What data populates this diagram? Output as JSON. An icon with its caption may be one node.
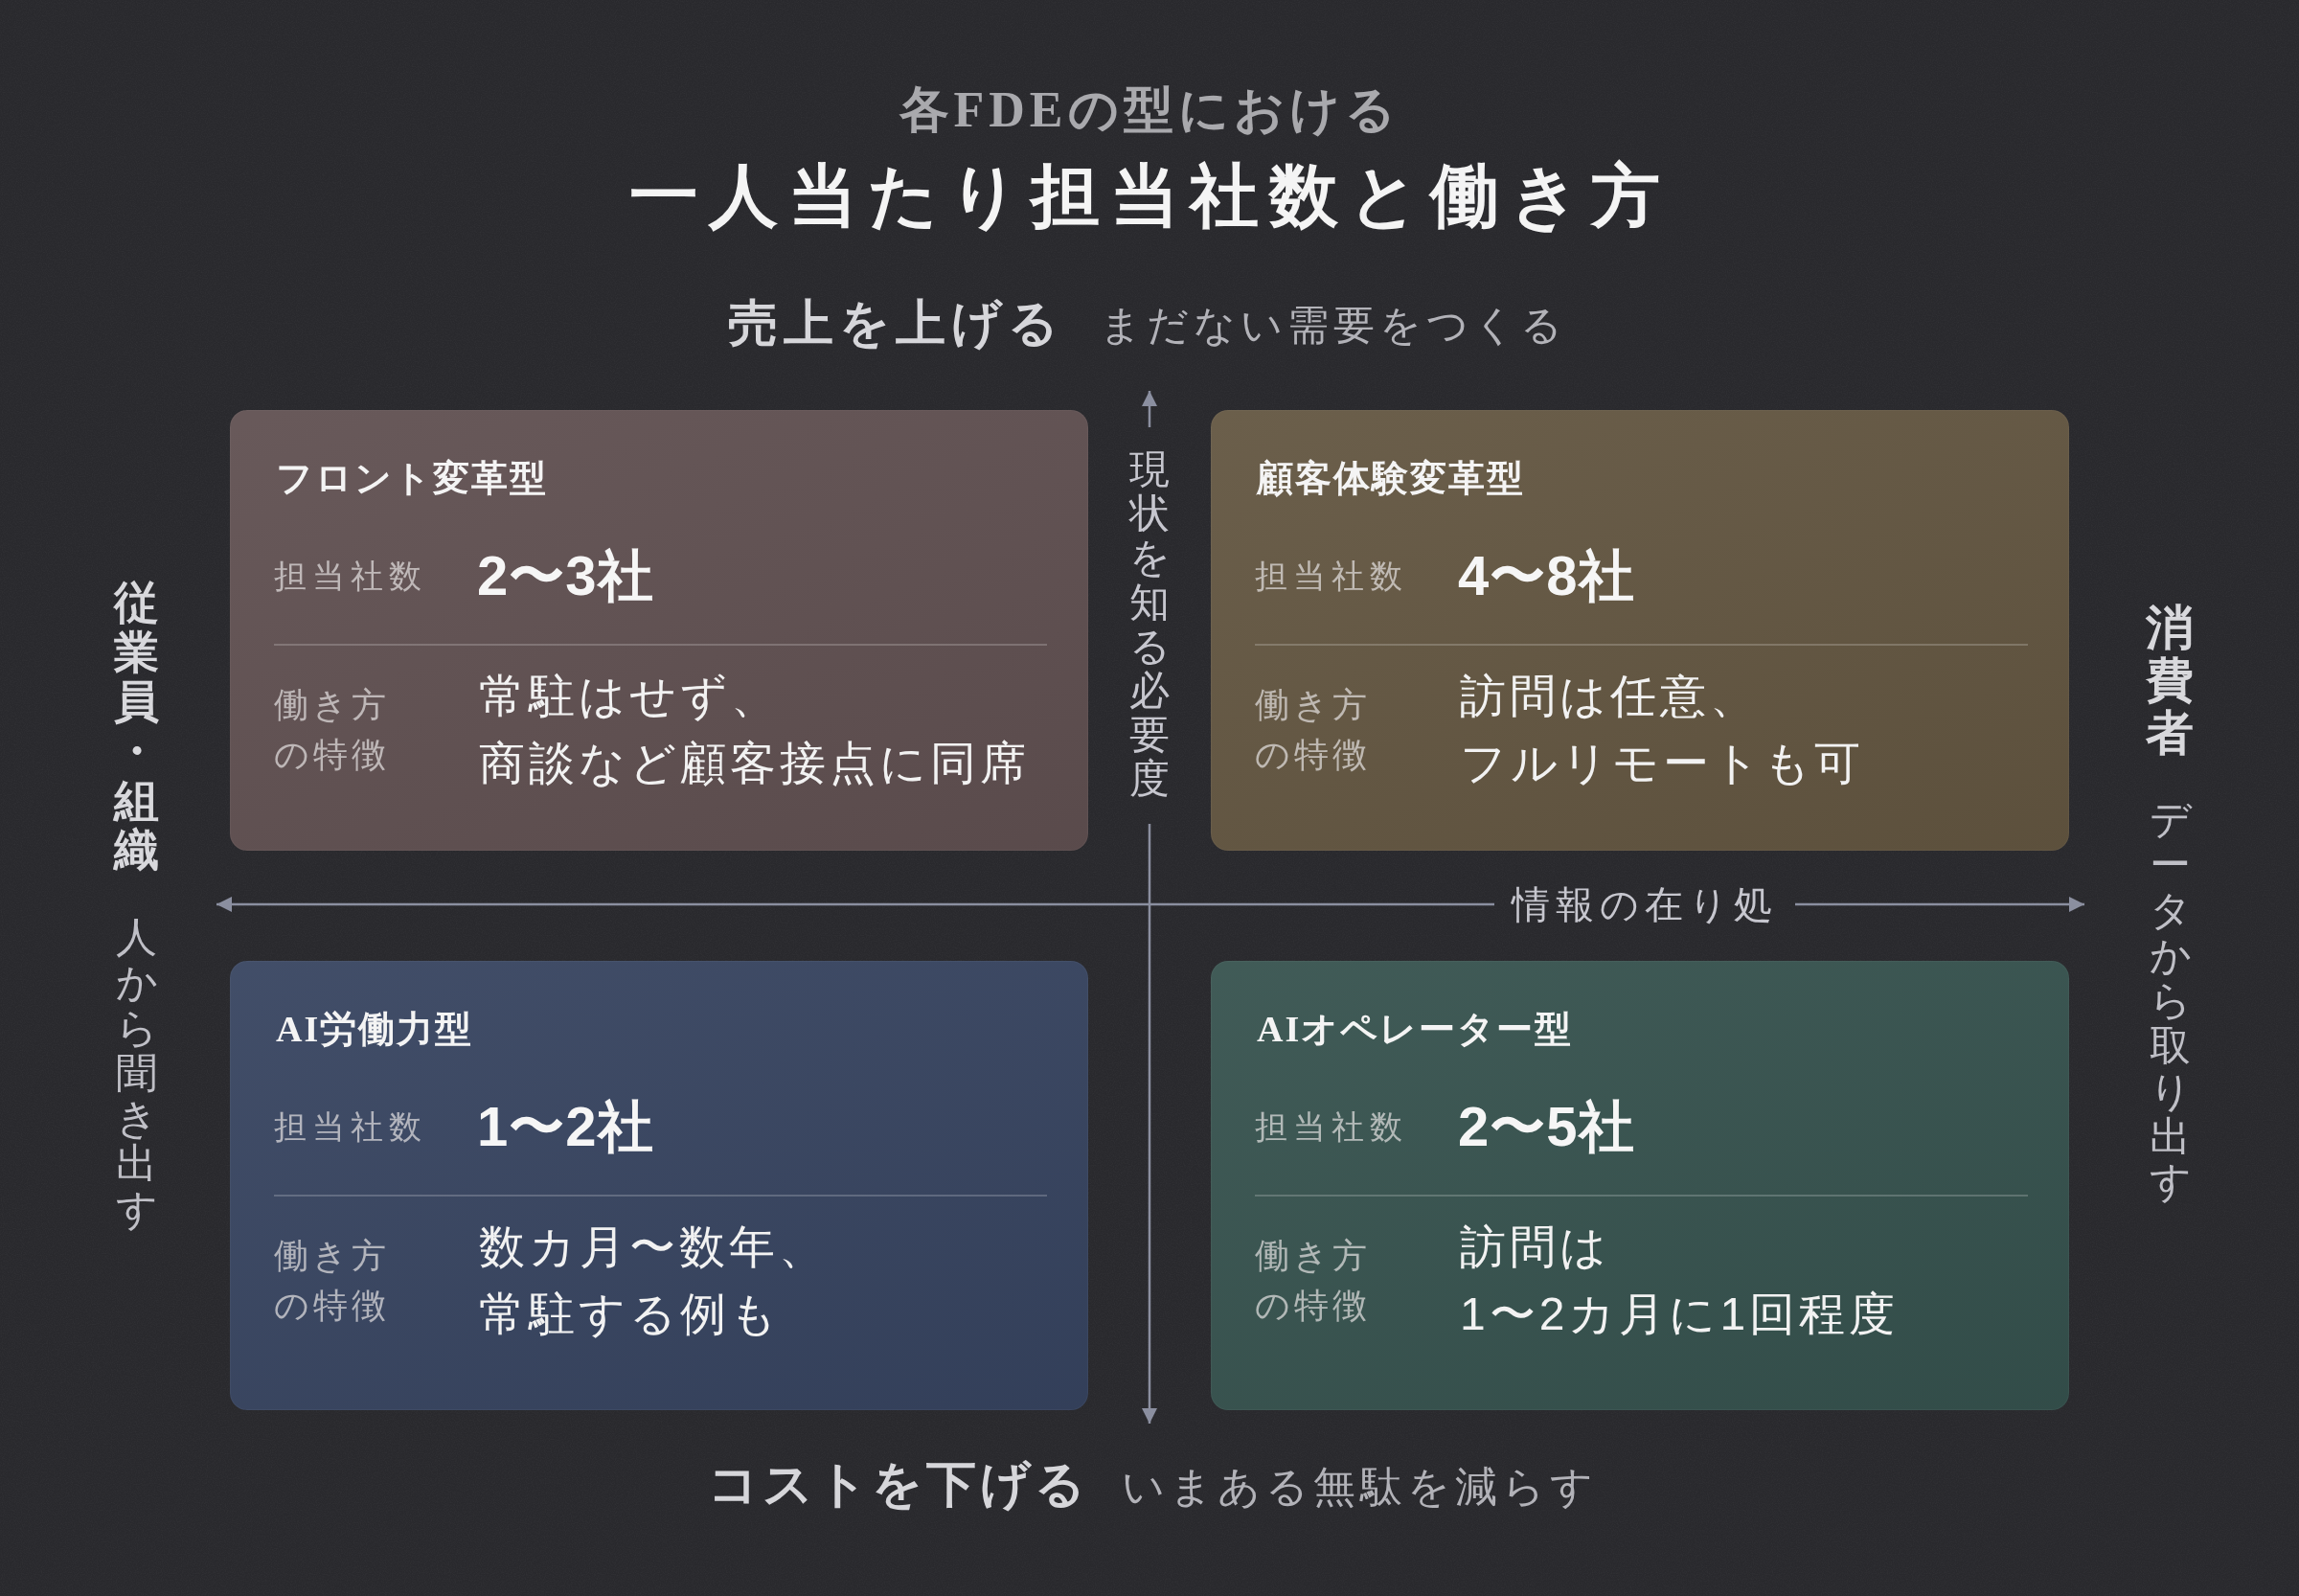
{
  "diagram": {
    "title": "各FDEの型における一人当たり担当社数と働き方",
    "nodes": [
      {
        "text": [
          "フロント変革型",
          "担当社数",
          "2〜3社",
          "働き方の特徴",
          "常駐はせず、商談など顧客接点に同席"
        ]
      },
      {
        "text": [
          "顧客体験変革型",
          "担当社数",
          "4〜8社",
          "働き方の特徴",
          "訪問は任意、フルリモートも可"
        ]
      },
      {
        "text": [
          "AI労働力型",
          "担当社数",
          "1〜2社",
          "働き方の特徴",
          "数カ月〜数年、常駐する例も"
        ]
      },
      {
        "text": [
          "AIオペレーター型",
          "担当社数",
          "2〜5社",
          "働き方の特徴",
          "訪問は1〜2カ月に1回程度"
        ]
      }
    ],
    "labels": [
      "売上を上げる",
      "まだない需要をつくる",
      "現状を知る必要度",
      "従業員・組織",
      "人から聞き出す",
      "消費者",
      "データから取り出す",
      "情報の在り処",
      "コストを下げる",
      "いまある無駄を減らす"
    ]
  }
}
